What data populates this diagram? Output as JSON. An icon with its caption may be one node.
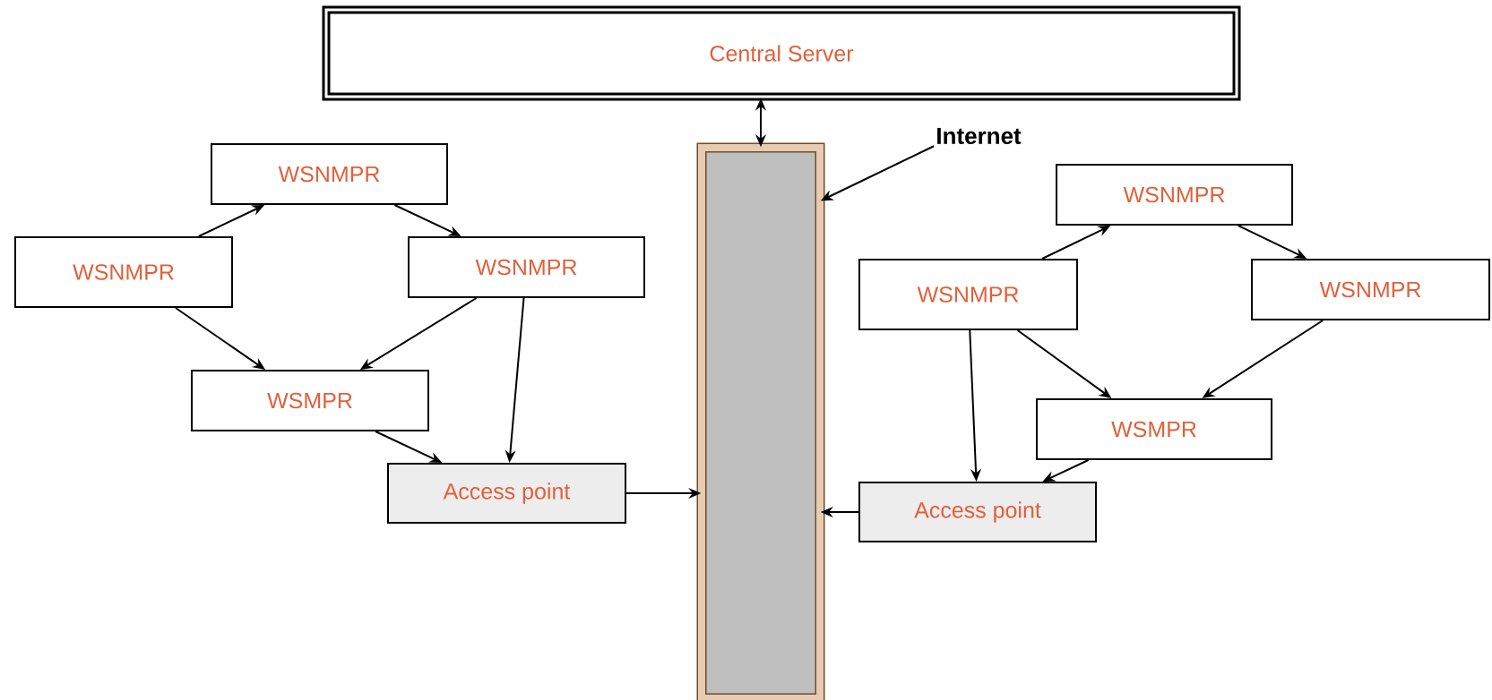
{
  "diagram": {
    "nodes": [
      {
        "text": [
          "Central Server"
        ]
      },
      {
        "text": [
          "Internet"
        ]
      },
      {
        "text": [],
        "shape": "bar"
      },
      {
        "text": [
          "WSNMPR"
        ]
      },
      {
        "text": [
          "WSNMPR"
        ]
      },
      {
        "text": [
          "WSNMPR"
        ]
      },
      {
        "text": [
          "WSMPR"
        ]
      },
      {
        "text": [
          "Access point"
        ]
      },
      {
        "text": [
          "WSNMPR"
        ]
      },
      {
        "text": [
          "WSNMPR"
        ]
      },
      {
        "text": [
          "WSNMPR"
        ]
      },
      {
        "text": [
          "WSMPR"
        ]
      },
      {
        "text": [
          "Access point"
        ]
      }
    ],
    "edges": [
      {
        "from": 2,
        "to": 0,
        "arrow": "both"
      },
      {
        "from": 1,
        "to": 2,
        "arrow": "to"
      },
      {
        "from": 4,
        "to": 3,
        "arrow": "to"
      },
      {
        "from": 3,
        "to": 5,
        "arrow": "to"
      },
      {
        "from": 4,
        "to": 6,
        "arrow": "to"
      },
      {
        "from": 5,
        "to": 6,
        "arrow": "to"
      },
      {
        "from": 5,
        "to": 7,
        "arrow": "to"
      },
      {
        "from": 6,
        "to": 7,
        "arrow": "to"
      },
      {
        "from": 7,
        "to": 2,
        "arrow": "to"
      },
      {
        "from": 9,
        "to": 8,
        "arrow": "to"
      },
      {
        "from": 8,
        "to": 10,
        "arrow": "to"
      },
      {
        "from": 10,
        "to": 11,
        "arrow": "to"
      },
      {
        "from": 9,
        "to": 11,
        "arrow": "to"
      },
      {
        "from": 9,
        "to": 12,
        "arrow": "to"
      },
      {
        "from": 11,
        "to": 12,
        "arrow": "to"
      },
      {
        "from": 12,
        "to": 2,
        "arrow": "to"
      }
    ]
  }
}
